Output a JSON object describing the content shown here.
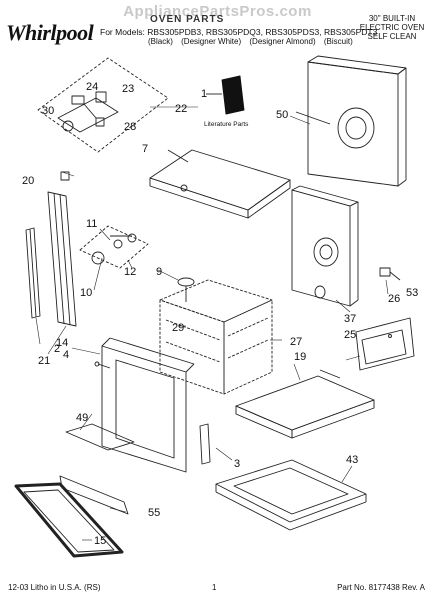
{
  "header": {
    "watermark": "AppliancePartsPros.com",
    "logo": "Whirlpool",
    "title": "OVEN PARTS",
    "models": "For Models: RBS305PDB3, RBS305PDQ3, RBS305PDS3, RBS305PDT3",
    "finishes": [
      "(Black)",
      "(Designer White)",
      "(Designer Almond)",
      "(Biscuit)"
    ],
    "product_desc": [
      "30\" BUILT-IN",
      "ELECTRIC OVEN",
      "SELF CLEAN"
    ]
  },
  "footer": {
    "left": "12-03 Litho in U.S.A. (RS)",
    "center": "1",
    "right": "Part No. 8177438 Rev. A"
  },
  "literature_label": "Literature Parts",
  "callouts": [
    {
      "id": "1",
      "label": "1"
    },
    {
      "id": "2",
      "label": "2"
    },
    {
      "id": "3",
      "label": "3"
    },
    {
      "id": "4",
      "label": "4"
    },
    {
      "id": "7",
      "label": "7"
    },
    {
      "id": "9",
      "label": "9"
    },
    {
      "id": "10",
      "label": "10"
    },
    {
      "id": "11",
      "label": "11"
    },
    {
      "id": "12",
      "label": "12"
    },
    {
      "id": "14",
      "label": "14"
    },
    {
      "id": "15",
      "label": "15"
    },
    {
      "id": "19",
      "label": "19"
    },
    {
      "id": "20",
      "label": "20"
    },
    {
      "id": "21",
      "label": "21"
    },
    {
      "id": "22",
      "label": "22"
    },
    {
      "id": "23",
      "label": "23"
    },
    {
      "id": "24",
      "label": "24"
    },
    {
      "id": "25",
      "label": "25"
    },
    {
      "id": "26",
      "label": "26"
    },
    {
      "id": "27",
      "label": "27"
    },
    {
      "id": "28",
      "label": "28"
    },
    {
      "id": "29",
      "label": "29"
    },
    {
      "id": "30",
      "label": "30"
    },
    {
      "id": "37",
      "label": "37"
    },
    {
      "id": "43",
      "label": "43"
    },
    {
      "id": "49",
      "label": "49"
    },
    {
      "id": "50",
      "label": "50"
    },
    {
      "id": "53",
      "label": "53"
    },
    {
      "id": "55",
      "label": "55"
    }
  ]
}
